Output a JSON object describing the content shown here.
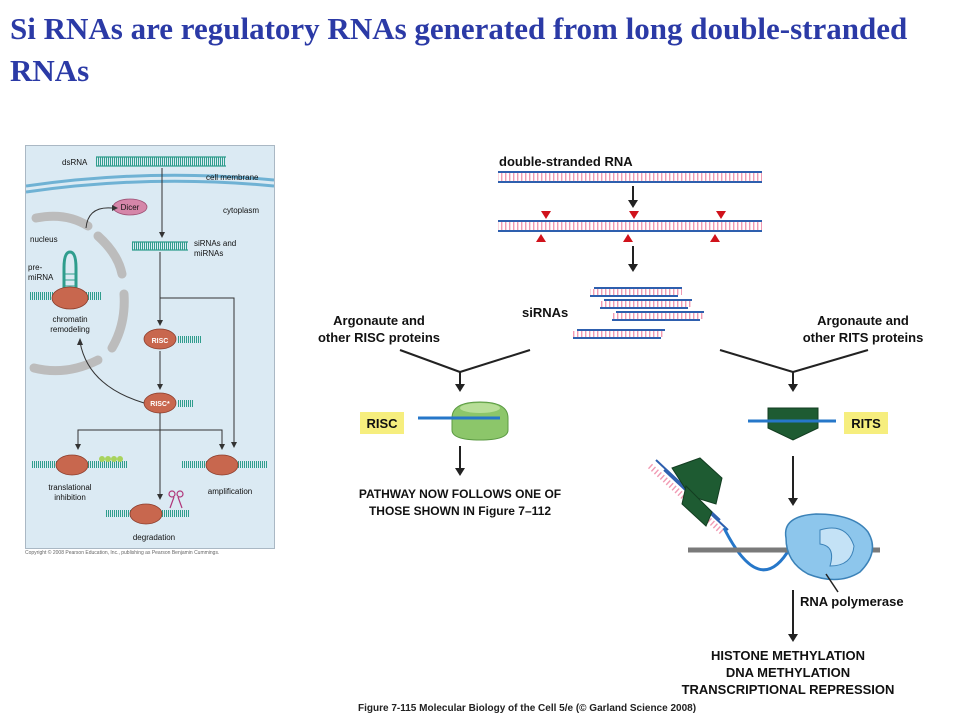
{
  "title": "Si RNAs are regulatory RNAs generated from long double-stranded RNAs",
  "left_panel": {
    "dsrna": "dsRNA",
    "cell_membrane": "cell membrane",
    "cytoplasm": "cytoplasm",
    "dicer": "Dicer",
    "nucleus": "nucleus",
    "sirnas_line1": "siRNAs and",
    "sirnas_line2": "miRNAs",
    "pre_line1": "pre-",
    "pre_line2": "miRNA",
    "chromatin_line1": "chromatin",
    "chromatin_line2": "remodeling",
    "risc": "RISC",
    "risc_star": "RISC*",
    "transl_line1": "translational",
    "transl_line2": "inhibition",
    "amplification": "amplification",
    "degradation": "degradation",
    "copyright": "Copyright © 2008 Pearson Education, Inc., publishing as Pearson Benjamin Cummings."
  },
  "right_panel": {
    "dsrna": "double-stranded RNA",
    "sirnas": "siRNAs",
    "arg_risc_line1": "Argonaute and",
    "arg_risc_line2": "other RISC proteins",
    "arg_rits_line1": "Argonaute and",
    "arg_rits_line2": "other RITS proteins",
    "risc": "RISC",
    "rits": "RITS",
    "pathway_line1": "PATHWAY NOW FOLLOWS ONE OF",
    "pathway_line2": "THOSE SHOWN IN Figure 7–112",
    "rna_pol": "RNA polymerase",
    "out_line1": "HISTONE METHYLATION",
    "out_line2": "DNA METHYLATION",
    "out_line3": "TRANSCRIPTIONAL REPRESSION"
  },
  "caption": "Figure 7-115  Molecular Biology of the Cell 5/e (© Garland Science 2008)",
  "colors": {
    "title": "#2b3aa6",
    "risc_green": "#8cc66a",
    "rits_green": "#1e5b32",
    "label_yellow": "#f6ee7e",
    "polymerase_blue": "#8dc6ec",
    "cleavage_red": "#d0121b",
    "rna_strand_blue": "#2e5fae",
    "rna_strand_pink": "#f19ab3"
  }
}
